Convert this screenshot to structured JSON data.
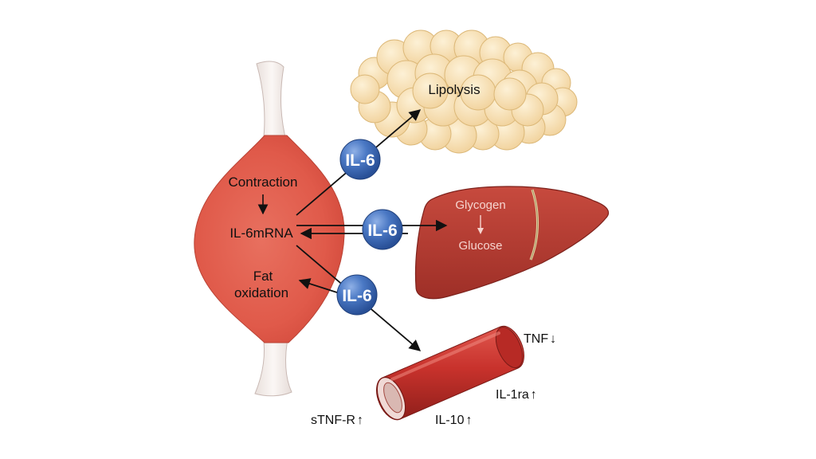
{
  "messenger": "IL-6",
  "muscle": {
    "contraction": "Contraction",
    "mrna": "IL-6mRNA",
    "fat_line1": "Fat",
    "fat_line2": "oxidation"
  },
  "adipose": {
    "label": "Lipolysis"
  },
  "liver": {
    "glycogen": "Glycogen",
    "glucose": "Glucose"
  },
  "vessel": {
    "tnf": "TNF",
    "il1ra": "IL-1ra",
    "il10": "IL-10",
    "stnfr": "sTNF-R"
  },
  "arrows": {
    "down": "↓",
    "up": "↑"
  },
  "colors": {
    "muscle": "#e05a4a",
    "adipose": "#f7dfb4",
    "liver": "#b83c32",
    "vessel": "#c8322c",
    "badge": "#3a66b3",
    "arrow": "#111111"
  }
}
